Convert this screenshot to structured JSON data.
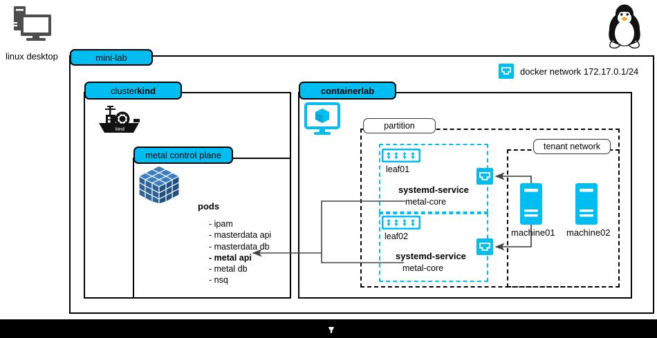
{
  "page": {
    "title": "mini-lab architecture diagram",
    "colors": {
      "cyan": "#00BEF2",
      "cube_blue": "#2E6DA4",
      "black": "#000000",
      "white": "#FFFFFF"
    }
  },
  "desktop": {
    "icon": "linux-desktop-icon",
    "label": "linux desktop"
  },
  "tux": {
    "icon": "tux-penguin-logo"
  },
  "docker_network": {
    "icon": "ethernet-port-icon",
    "label": "docker network 172.17.0.1/24"
  },
  "containers": {
    "mini_lab": {
      "label": "mini-lab"
    },
    "cluster_kind": {
      "label_prefix": "cluster ",
      "label_bold": "kind",
      "full_label": "cluster kind"
    },
    "metal_control_plane": {
      "label": "metal control plane"
    },
    "containerlab": {
      "label": "containerlab"
    },
    "partition": {
      "label": "partition"
    },
    "tenant_network": {
      "label": "tenant network"
    }
  },
  "kind_ship": {
    "icon": "kind-ship-logo",
    "caption": "kind"
  },
  "k8s_cube": {
    "icon": "kubernetes-cube-icon"
  },
  "containerlab_icon": {
    "icon": "monitor-cube-icon"
  },
  "pods": {
    "heading": "pods",
    "items": [
      {
        "label": "- ipam",
        "bold": false
      },
      {
        "label": "- masterdata api",
        "bold": false
      },
      {
        "label": "- masterdata db",
        "bold": false
      },
      {
        "label": "- metal api",
        "bold": true
      },
      {
        "label": "- metal db",
        "bold": false
      },
      {
        "label": "- nsq",
        "bold": false
      }
    ]
  },
  "leaves": [
    {
      "name": "leaf01",
      "icon": "network-switch-icon",
      "service_heading": "systemd-service",
      "service_name": "metal-core",
      "port_icon": "ethernet-port-icon"
    },
    {
      "name": "leaf02",
      "icon": "network-switch-icon",
      "service_heading": "systemd-service",
      "service_name": "metal-core",
      "port_icon": "ethernet-port-icon"
    }
  ],
  "machines": [
    {
      "name": "machine01",
      "icon": "server-icon"
    },
    {
      "name": "machine02",
      "icon": "server-icon"
    }
  ],
  "footer": {
    "mark": "scroll-indicator-mark"
  }
}
